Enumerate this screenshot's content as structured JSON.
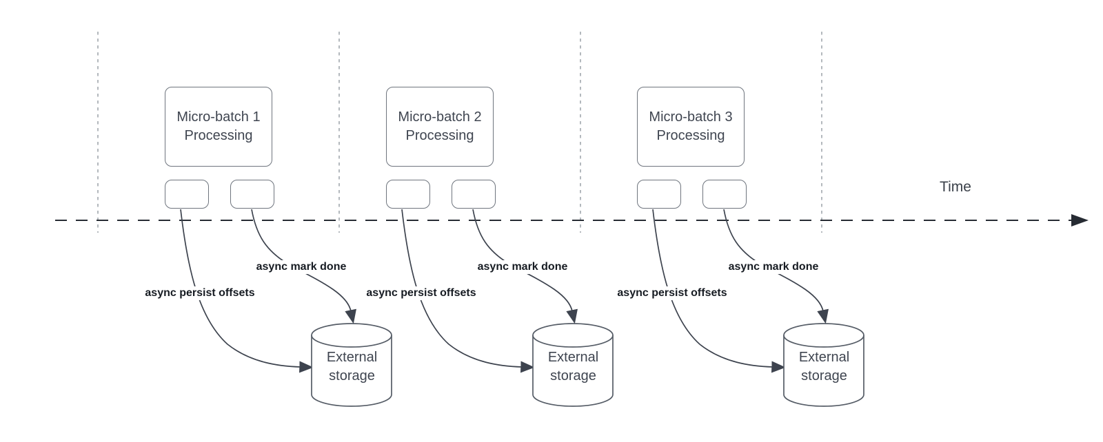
{
  "timeline": {
    "label": "Time"
  },
  "batches": [
    {
      "title": "Micro-batch 1\nProcessing",
      "persist_label": "async persist offsets",
      "mark_done_label": "async mark done",
      "storage_label": "External\nstorage"
    },
    {
      "title": "Micro-batch 2\nProcessing",
      "persist_label": "async persist offsets",
      "mark_done_label": "async mark done",
      "storage_label": "External\nstorage"
    },
    {
      "title": "Micro-batch 3\nProcessing",
      "persist_label": "async persist offsets",
      "mark_done_label": "async mark done",
      "storage_label": "External\nstorage"
    }
  ],
  "colors": {
    "background": "#ffffff",
    "shape_stroke": "#6e747d",
    "cylinder_stroke": "#555c66",
    "connector_stroke": "#3d434e",
    "timeline_stroke": "#262b33",
    "divider_stroke": "#9aa0a7",
    "shape_text": "#3f4550",
    "connector_label_text": "#161b22"
  }
}
